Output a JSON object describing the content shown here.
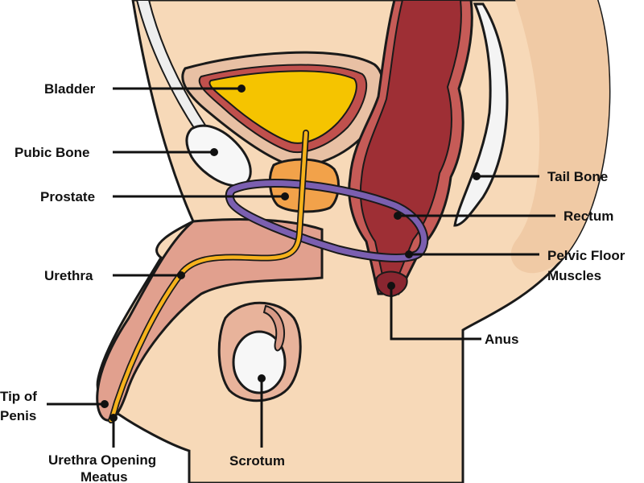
{
  "labels": {
    "bladder": "Bladder",
    "pubic_bone": "Pubic Bone",
    "prostate": "Prostate",
    "urethra": "Urethra",
    "tip_of_penis_1": "Tip of",
    "tip_of_penis_2": "Penis",
    "urethra_opening_1": "Urethra Opening",
    "urethra_opening_2": "Meatus",
    "scrotum": "Scrotum",
    "anus": "Anus",
    "pelvic_floor_1": "Pelvic Floor",
    "pelvic_floor_2": "Muscles",
    "rectum": "Rectum",
    "tail_bone": "Tail Bone"
  },
  "colors": {
    "skin": "#f7d9b8",
    "skin_shade": "#d79a86",
    "outline": "#1a1a1a",
    "bladder_fill": "#f5c400",
    "bladder_wall": "#c0504d",
    "rectum": "#9e2f35",
    "rectum_light": "#c65b57",
    "prostate": "#f2a24a",
    "urethra": "#f6b21c",
    "pelvic_floor": "#7b5fb0",
    "bone": "#f4f4f4"
  }
}
